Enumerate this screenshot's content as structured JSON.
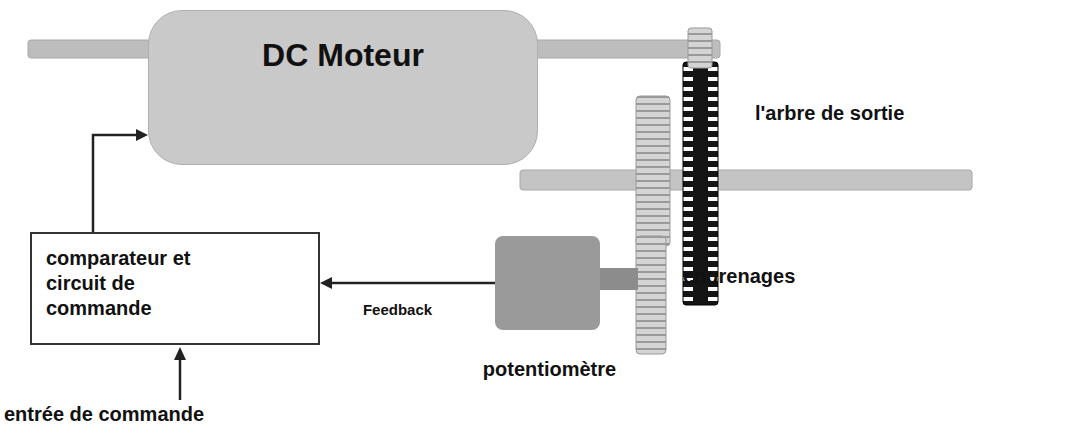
{
  "diagram": {
    "nodes": [
      {
        "text": [
          "DC Moteur"
        ]
      },
      {
        "text": [
          "comparateur et circuit de commande"
        ]
      },
      {
        "text": [
          "potentiomètre"
        ]
      }
    ],
    "edges": [
      {
        "from": 1,
        "to": 0,
        "arrow": "to"
      },
      {
        "from": 2,
        "to": 1,
        "label": "Feedback",
        "arrow": "to"
      }
    ],
    "labels": [
      "l'arbre de sortie",
      "engrenages",
      "entrée de commande"
    ]
  }
}
